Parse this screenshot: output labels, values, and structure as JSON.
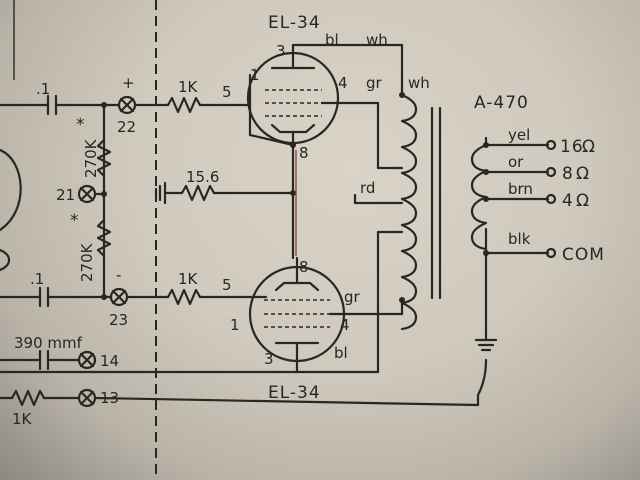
{
  "tubes": {
    "top_name": "EL-34",
    "bottom_name": "EL-34",
    "top_pins": {
      "p3": "3",
      "p1": "1",
      "p5": "5",
      "p4": "4",
      "p8": "8"
    },
    "bottom_pins": {
      "p8": "8",
      "p5": "5",
      "p1": "1",
      "p4": "4",
      "p3": "3"
    }
  },
  "wires": {
    "top_bl": "bl",
    "top_wh": "wh",
    "top_gr": "gr",
    "right_wh": "wh",
    "rd": "rd",
    "bottom_gr": "gr",
    "bottom_bl": "bl"
  },
  "resistors": {
    "grid_top": "1K",
    "grid_bottom": "1K",
    "cathode": "15.6",
    "bias_upper": "270K",
    "bias_lower": "270K",
    "input_left": "1K"
  },
  "terminals": {
    "t22": "22",
    "t21": "21",
    "t23": "23",
    "t14": "14",
    "t13": "13",
    "plus": "+",
    "minus": "-"
  },
  "capacitors": {
    "top": ".1",
    "bottom": ".1",
    "feedback": "390 mmf"
  },
  "asterisks": {
    "upper": "*",
    "lower": "*"
  },
  "transformer": {
    "name": "A-470",
    "taps": [
      {
        "wire": "yel",
        "output": "16"
      },
      {
        "wire": "or",
        "output": "8"
      },
      {
        "wire": "brn",
        "output": "4"
      },
      {
        "wire": "blk",
        "output": "COM"
      }
    ],
    "ohm_symbol": "Ω"
  }
}
